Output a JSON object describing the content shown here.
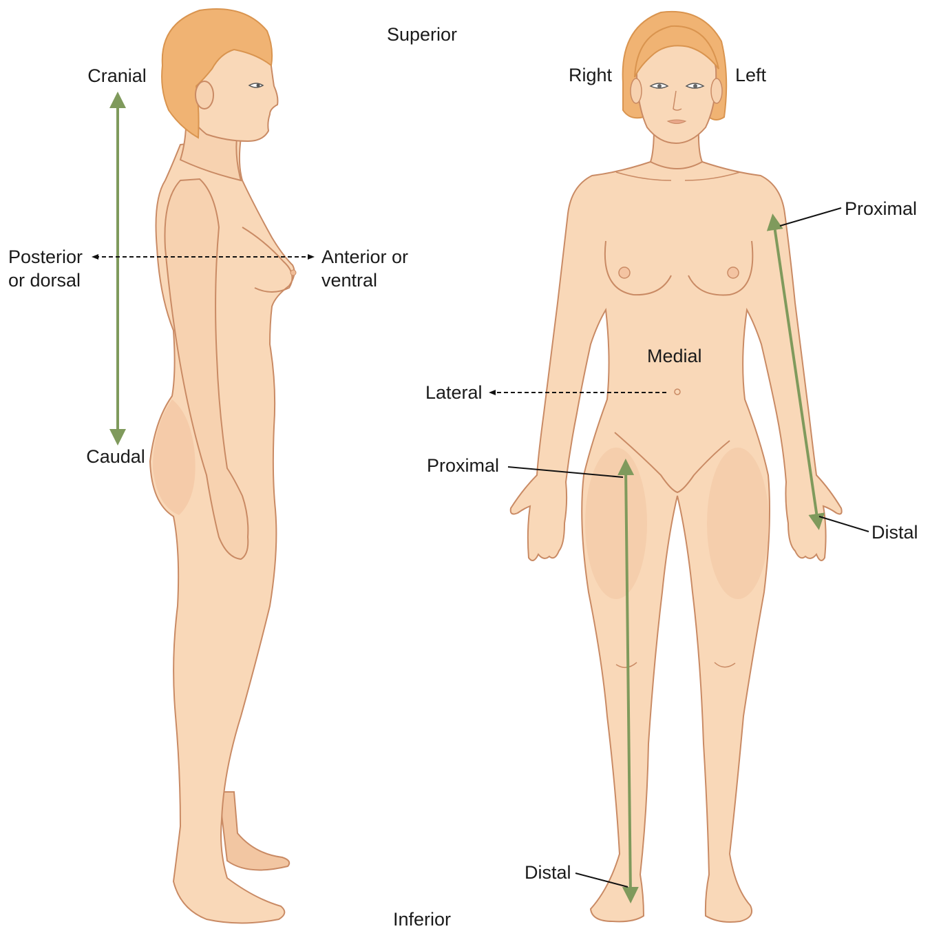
{
  "labels": {
    "superior": "Superior",
    "inferior": "Inferior",
    "cranial": "Cranial",
    "caudal": "Caudal",
    "posterior": "Posterior\nor dorsal",
    "anterior": "Anterior or\nventral",
    "right": "Right",
    "left": "Left",
    "proximal_arm": "Proximal",
    "distal_arm": "Distal",
    "medial": "Medial",
    "lateral": "Lateral",
    "proximal_leg": "Proximal",
    "distal_leg": "Distal"
  },
  "colors": {
    "skin": "#f9d8b8",
    "skin_shadow": "#f0bd98",
    "outline": "#c98a64",
    "hair": "#f0b373",
    "hair_dark": "#d9944f",
    "arrow_green": "#7f9a5c",
    "leader": "#111111"
  }
}
